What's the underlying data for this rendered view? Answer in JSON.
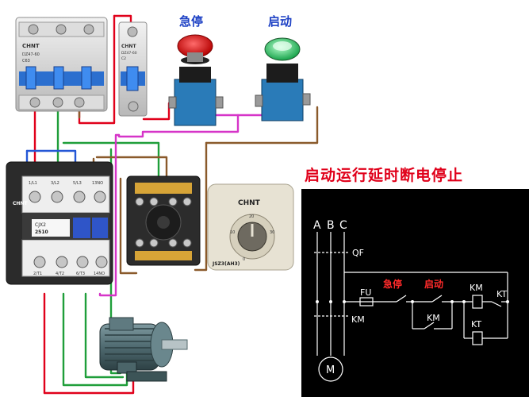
{
  "buttons": {
    "estop_label": "急停",
    "start_label": "启动"
  },
  "breaker_3p": {
    "brand": "CHNT",
    "model": "DZ47-60",
    "rating": "C63"
  },
  "breaker_1p": {
    "brand": "CHNT",
    "model": "DZ47-60",
    "rating": "C2"
  },
  "contactor": {
    "brand": "CHNT",
    "model": "CJX2",
    "rating": "2510",
    "top_terminals": [
      "1/L1",
      "3/L2",
      "5/L3",
      "13NO"
    ],
    "bottom_terminals": [
      "2/T1",
      "4/T2",
      "6/T3",
      "14NO"
    ]
  },
  "timer": {
    "brand": "CHNT",
    "model": "JSZ3(AH3)",
    "dial_marks": [
      "0",
      "10",
      "20",
      "30"
    ]
  },
  "schematic": {
    "title": "启动运行延时断电停止",
    "phases": [
      "A",
      "B",
      "C"
    ],
    "labels": {
      "qf": "QF",
      "fu": "FU",
      "estop": "急停",
      "start": "启动",
      "km_coil": "KM",
      "kt_contact": "KT",
      "km_main": "KM",
      "km_aux": "KM",
      "kt_coil": "KT",
      "motor": "M"
    }
  },
  "colors": {
    "wire_red": "#e0001a",
    "wire_green": "#1f9e3a",
    "wire_brown": "#8a5a2b",
    "wire_magenta": "#d634c8",
    "label_blue": "#1b3fc4",
    "schematic_bg": "#000000",
    "schematic_line": "#ffffff",
    "schematic_red": "#ff2a2a"
  }
}
